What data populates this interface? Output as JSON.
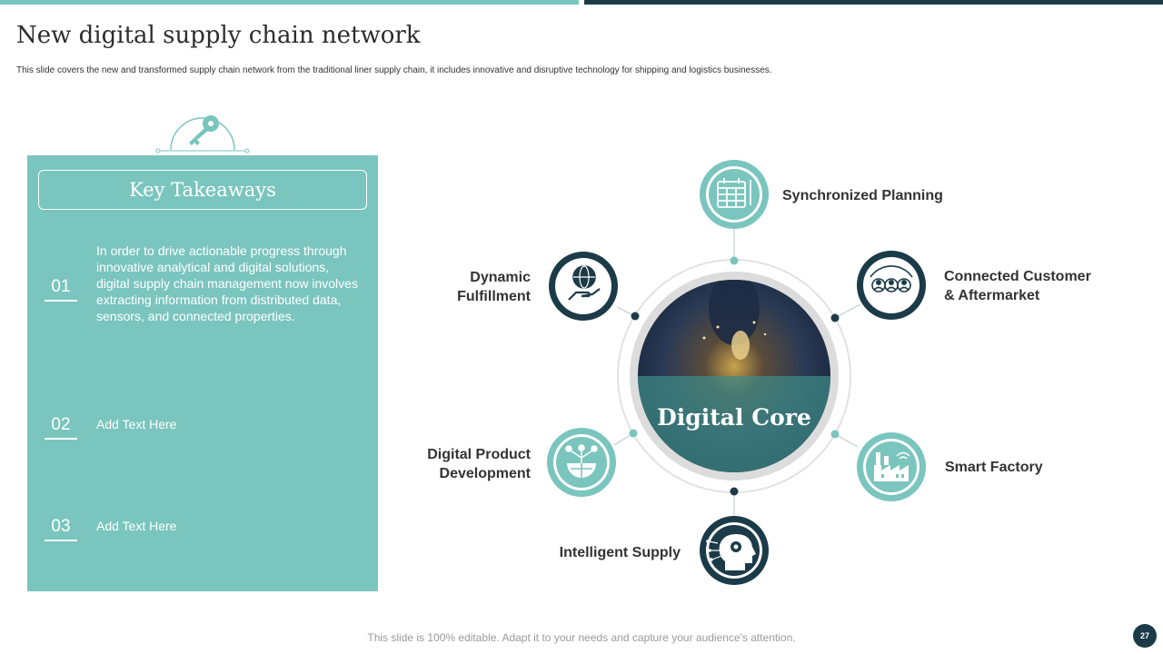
{
  "slide": {
    "title": "New digital supply chain network",
    "subtitle": "This slide covers the new and transformed supply chain network from the traditional liner supply chain, it includes innovative and disruptive technology for shipping and logistics businesses.",
    "footer": "This slide is 100% editable. Adapt it to your needs and capture your audience's attention.",
    "page_number": "27"
  },
  "takeaways": {
    "header": "Key Takeaways",
    "items": [
      {
        "number": "01",
        "text": "In order to drive actionable progress through innovative analytical and digital solutions, digital supply chain management now involves extracting information from distributed data, sensors, and connected properties."
      },
      {
        "number": "02",
        "text": "Add Text Here"
      },
      {
        "number": "03",
        "text": "Add Text Here"
      }
    ]
  },
  "diagram": {
    "center_label": "Digital Core",
    "nodes": [
      {
        "label": "Synchronized  Planning",
        "icon": "calendar-icon"
      },
      {
        "label_line1": "Connected  Customer",
        "label_line2": "& Aftermarket",
        "icon": "customers-icon"
      },
      {
        "label": "Smart Factory",
        "icon": "factory-icon"
      },
      {
        "label": "Intelligent  Supply",
        "icon": "brain-gear-icon"
      },
      {
        "label_line1": "Digital Product",
        "label_line2": "Development",
        "icon": "network-globe-icon"
      },
      {
        "label_line1": "Dynamic",
        "label_line2": "Fulfillment",
        "icon": "globe-hand-icon"
      }
    ]
  },
  "colors": {
    "teal": "#7ac5be",
    "dark_navy": "#1c3b48"
  }
}
